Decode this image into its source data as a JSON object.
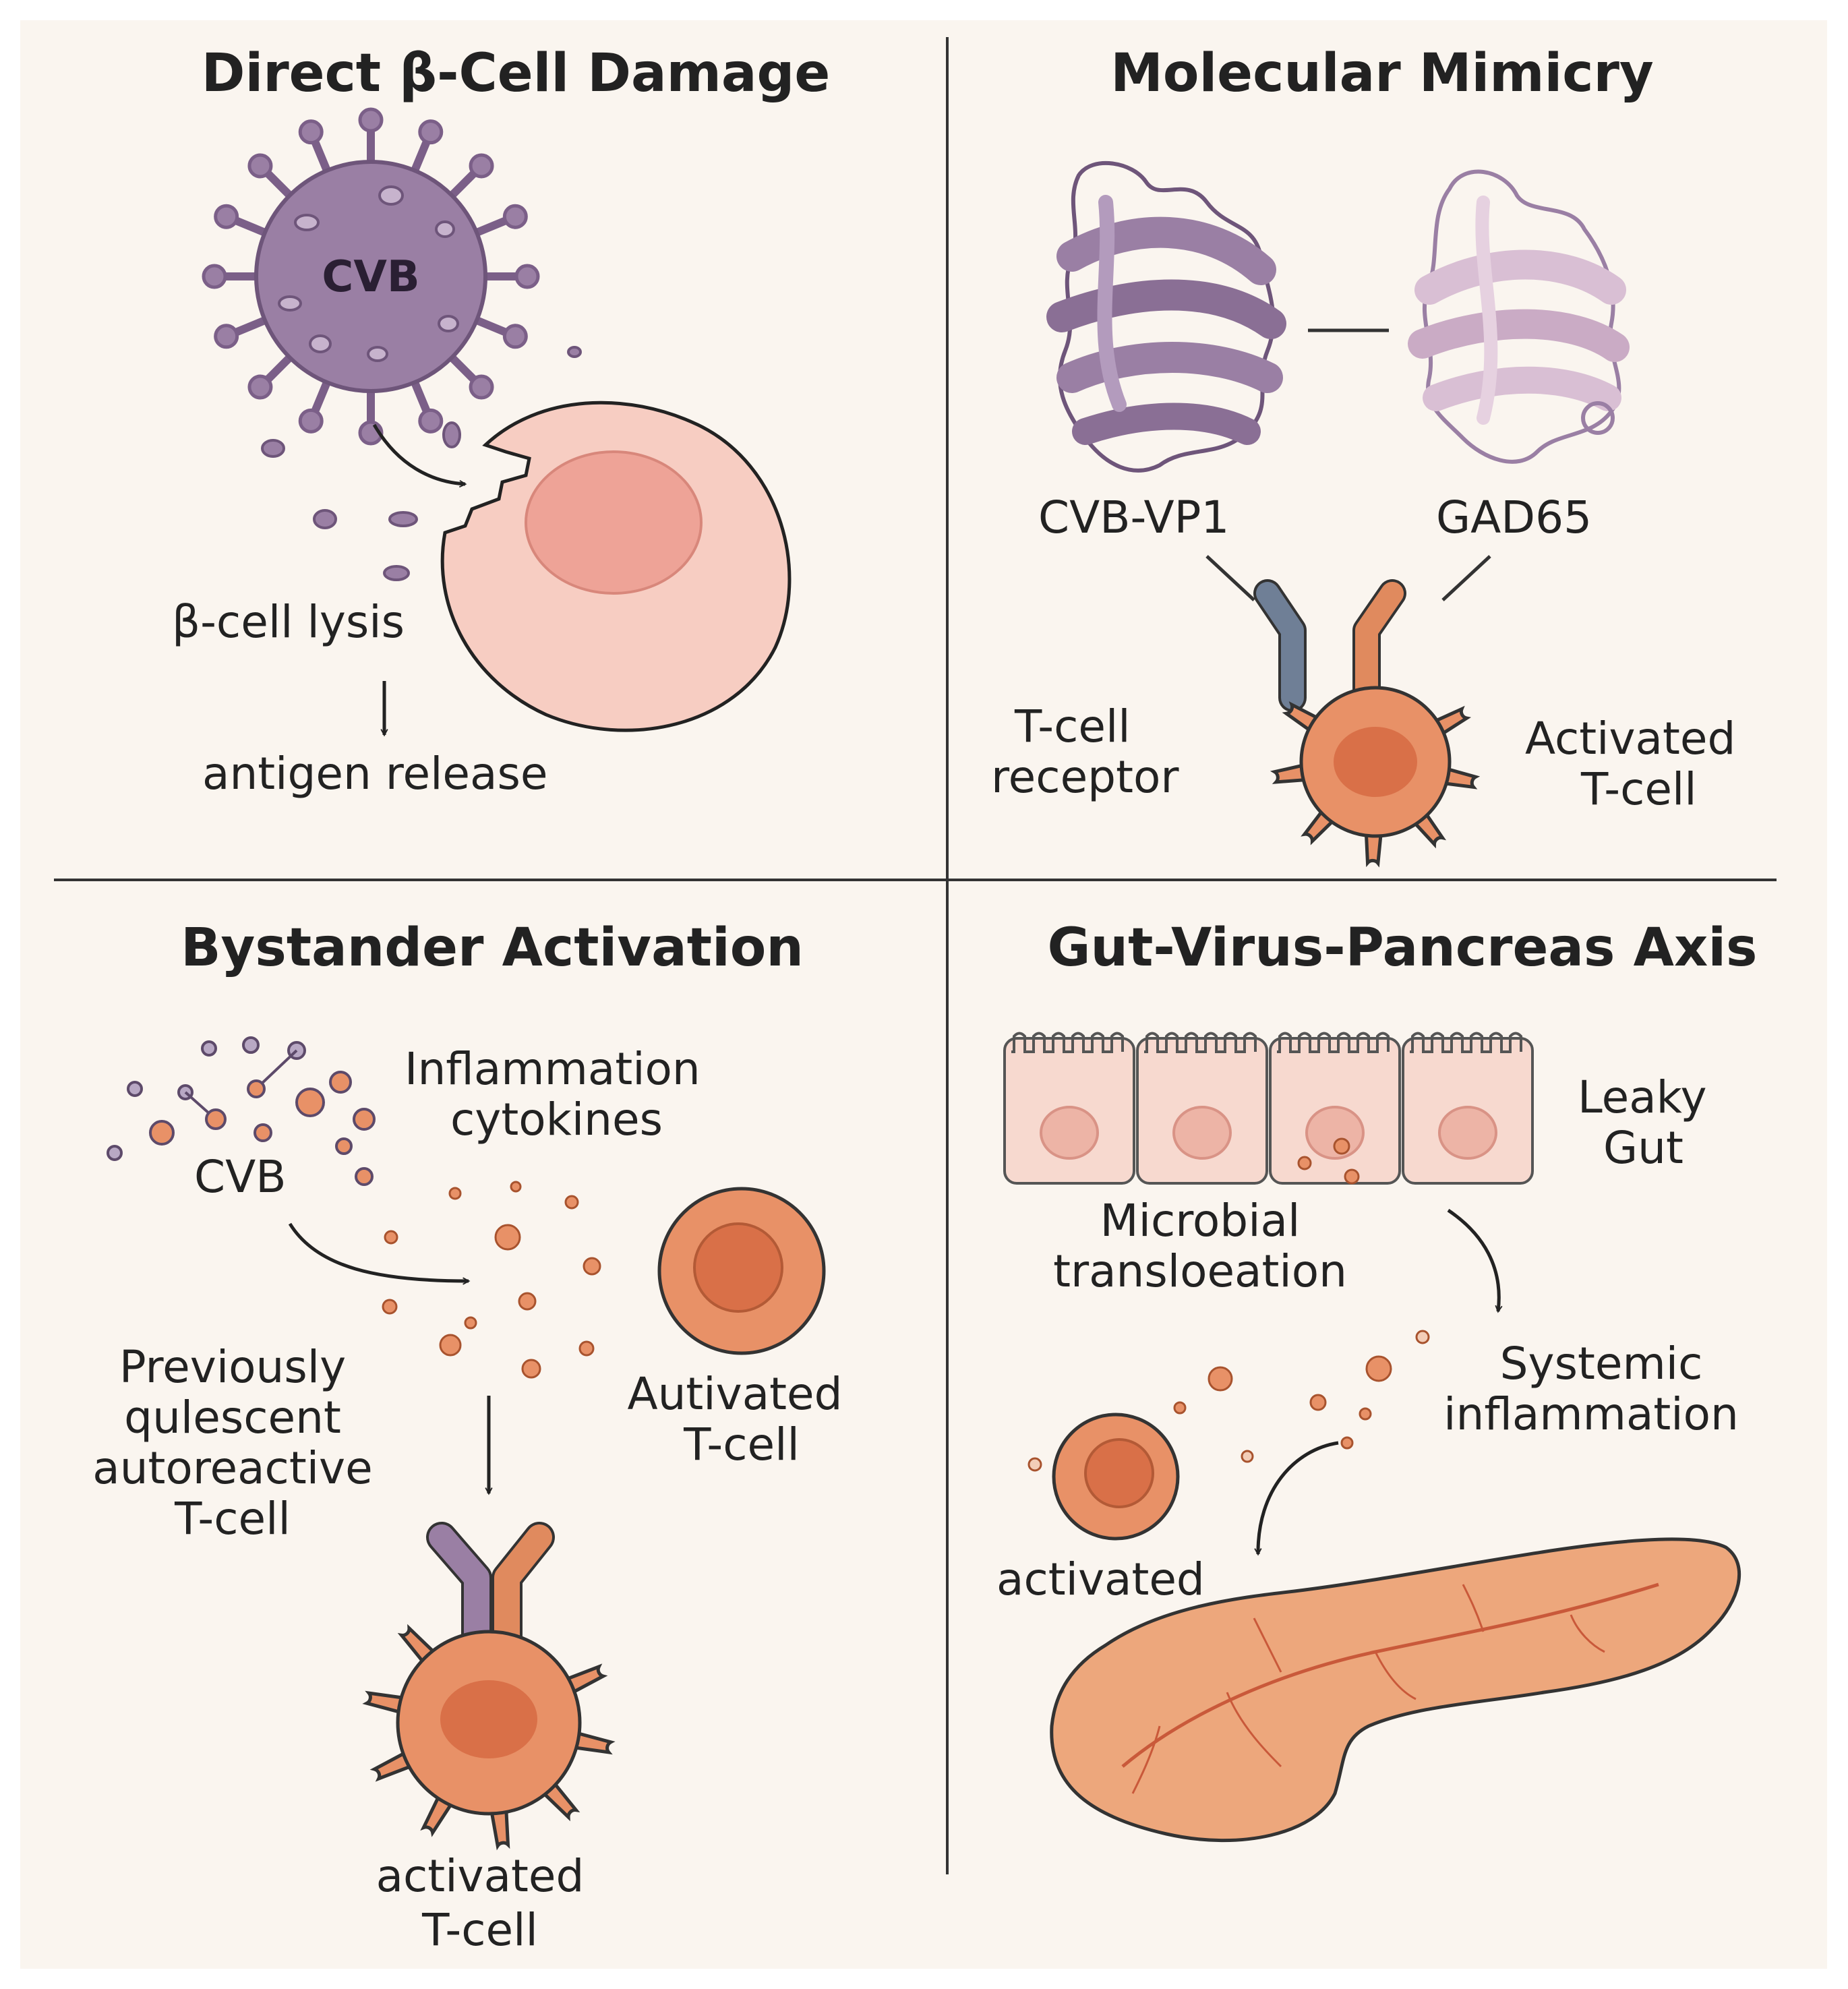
{
  "panels": {
    "direct": {
      "title": "Direct β-Cell Damage",
      "virus_label": "CVB",
      "lysis": "β-cell lysis",
      "release": "antigen release"
    },
    "mimicry": {
      "title": "Molecular Mimicry",
      "protein1": "CVB-VP1",
      "protein2": "GAD65",
      "receptor_line1": "T-cell",
      "receptor_line2": "receptor",
      "activated_line1": "Activated",
      "activated_line2": "T-cell"
    },
    "bystander": {
      "title": "Bystander Activation",
      "inflammation_line1": "Inflammation",
      "inflammation_line2": "cytokines",
      "virus_label": "CVB",
      "quiescent_line1": "Previously",
      "quiescent_line2": "qulescent",
      "quiescent_line3": "autoreactive",
      "quiescent_line4": "T-cell",
      "autivated_line1": "Autivated",
      "autivated_line2": "T-cell",
      "activated_line1": "activated",
      "activated_line2": "T-cell"
    },
    "gut": {
      "title": "Gut-Virus-Pancreas Axis",
      "leaky_line1": "Leaky",
      "leaky_line2": "Gut",
      "microbial_line1": "Microbial",
      "microbial_line2": "transloeation",
      "systemic_line1": "Systemic",
      "systemic_line2": "inflammation",
      "activated": "activated"
    }
  },
  "colors": {
    "background": "#faf5ef",
    "virus": "#9a7fa4",
    "beta_cell": "#f7cdc2",
    "t_cell": "#e89167",
    "receptor_blue": "#6f7f96",
    "receptor_orange": "#e08a5e",
    "pancreas": "#eda77c",
    "ink": "#222222"
  }
}
